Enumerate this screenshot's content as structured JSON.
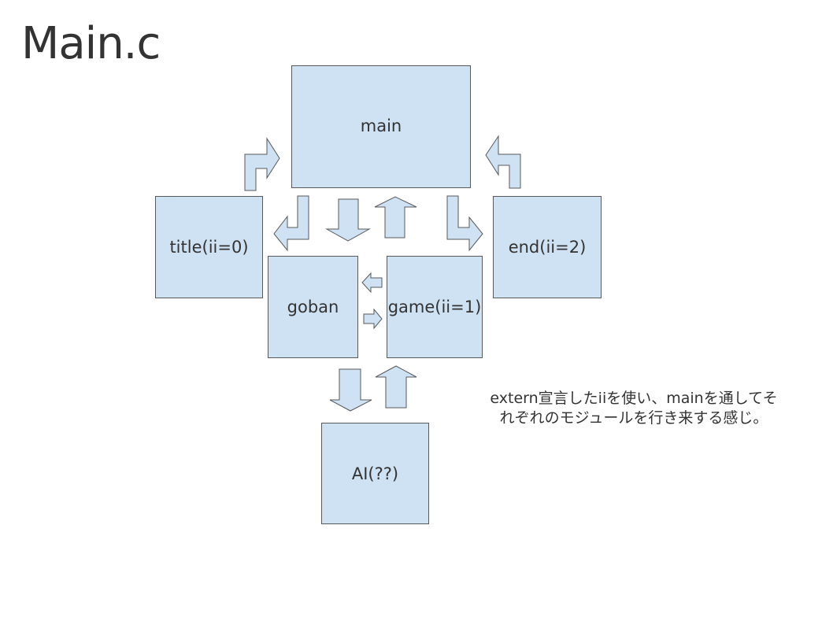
{
  "slide": {
    "title": "Main.c"
  },
  "diagram": {
    "nodes": {
      "main": "main",
      "title": "title(ii=0)",
      "end": "end(ii=2)",
      "goban": "goban",
      "game": "game(ii=1)",
      "ai": "AI(??)"
    },
    "edges": [
      {
        "from": "title",
        "to": "main",
        "shape": "bent-up-right"
      },
      {
        "from": "end",
        "to": "main",
        "shape": "bent-up-left"
      },
      {
        "from": "main",
        "to": "title",
        "shape": "bent-down-left"
      },
      {
        "from": "main",
        "to": "goban",
        "shape": "down"
      },
      {
        "from": "game",
        "to": "main",
        "shape": "up"
      },
      {
        "from": "main",
        "to": "end",
        "shape": "bent-down-right"
      },
      {
        "from": "game",
        "to": "goban",
        "shape": "left"
      },
      {
        "from": "goban",
        "to": "game",
        "shape": "right"
      },
      {
        "from": "goban",
        "to": "ai",
        "shape": "down"
      },
      {
        "from": "ai",
        "to": "game",
        "shape": "up"
      }
    ],
    "note": {
      "line1": "extern宣言したiiを使い、mainを通してそ",
      "line2": "れぞれのモジュールを行き来する感じ。"
    }
  },
  "colors": {
    "box_fill": "#cfe2f3",
    "box_stroke": "#595959",
    "text": "#333333"
  }
}
